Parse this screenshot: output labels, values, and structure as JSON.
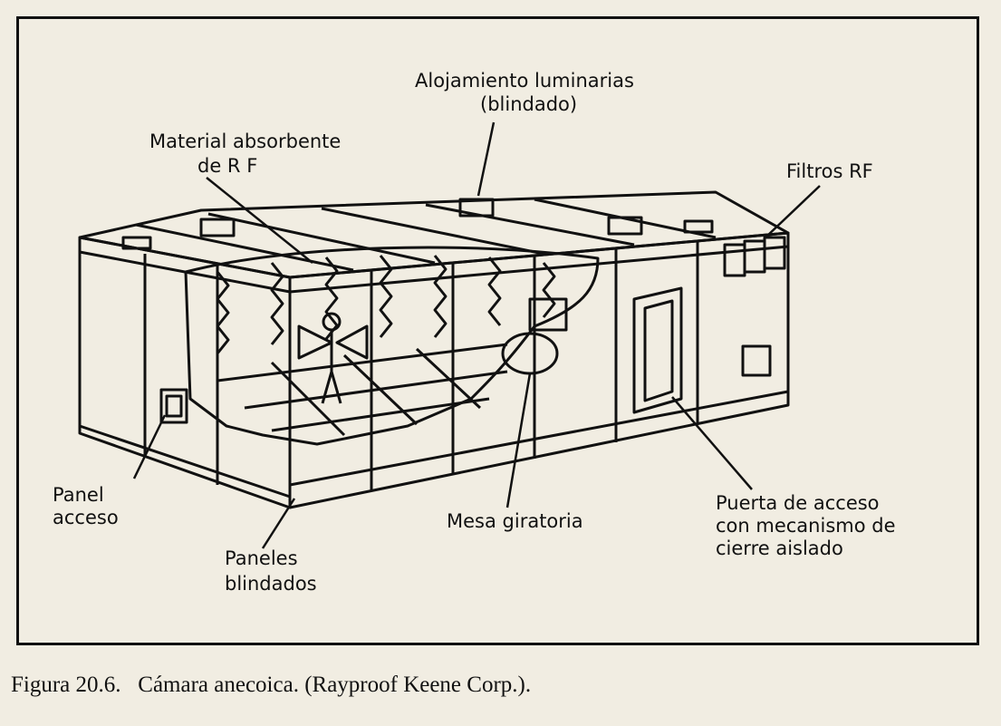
{
  "labels": {
    "luminarias_1": "Alojamiento luminarias",
    "luminarias_2": "(blindado)",
    "absorbente_1": "Material absorbente",
    "absorbente_2": "de  R F",
    "filtros": "Filtros RF",
    "panel_acceso_1": "Panel",
    "panel_acceso_2": "acceso",
    "mesa": "Mesa giratoria",
    "paneles_1": "Paneles",
    "paneles_2": "blindados",
    "puerta_1": "Puerta de acceso",
    "puerta_2": "con mecanismo de",
    "puerta_3": "cierre aislado"
  },
  "caption": {
    "number": "Figura 20.6.",
    "text": "Cámara anecoica. (Rayproof Keene Corp.)."
  }
}
